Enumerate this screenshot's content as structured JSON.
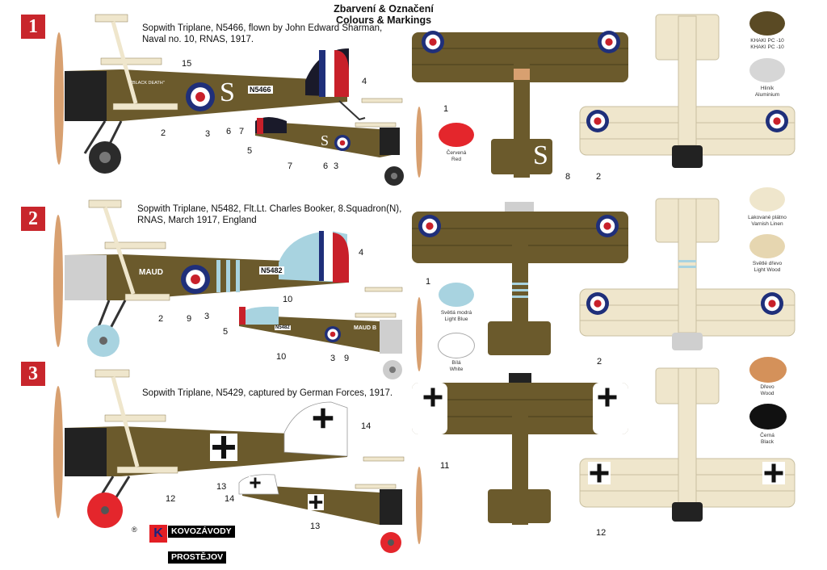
{
  "header": {
    "title_cz": "Zbarvení & Označení",
    "title_en": "Colours & Markings"
  },
  "schemes": [
    {
      "badge": "1",
      "caption_line1": "Sopwith Triplane, N5466, flown by John Edward Sharman,",
      "caption_line2": "Naval no. 10, RNAS, 1917.",
      "serial": "N5466",
      "code_letter": "S",
      "nose_art": "\"BLACK DEATH\""
    },
    {
      "badge": "2",
      "caption_line1": "Sopwith Triplane, N5482, Flt.Lt. Charles Booker, 8.Squadron(N),",
      "caption_line2": "RNAS, March 1917, England",
      "serial": "N5482",
      "name_art": "MAUD",
      "name_art_small": "MAUD B"
    },
    {
      "badge": "3",
      "caption_line1": "Sopwith Triplane, N5429, captured by German Forces, 1917."
    }
  ],
  "callouts": {
    "s1": [
      "15",
      "4",
      "2",
      "3",
      "6",
      "7",
      "5",
      "7",
      "6",
      "3",
      "1",
      "8",
      "2"
    ],
    "s2": [
      "4",
      "1",
      "10",
      "2",
      "9",
      "3",
      "5",
      "10",
      "3",
      "9",
      "2"
    ],
    "s3": [
      "14",
      "12",
      "13",
      "14",
      "13",
      "11",
      "12"
    ]
  },
  "swatches": [
    {
      "label1": "KHAKI PC -10",
      "label2": "KHAKI PC -10",
      "color": "#5a4a24"
    },
    {
      "label1": "Hliník",
      "label2": "Aluminium",
      "color": "#d6d6d6"
    },
    {
      "label1": "Červená",
      "label2": "Red",
      "color": "#e4262c"
    },
    {
      "label1": "Lakované plátno",
      "label2": "Varnish Linen",
      "color": "#efe6cc"
    },
    {
      "label1": "Světlé dřevo",
      "label2": "Light Wood",
      "color": "#e6d6b0"
    },
    {
      "label1": "Světlá modrá",
      "label2": "Light Blue",
      "color": "#a8d3e0"
    },
    {
      "label1": "Bílá",
      "label2": "White",
      "color": "#ffffff"
    },
    {
      "label1": "Dřevo",
      "label2": "Wood",
      "color": "#d4915a"
    },
    {
      "label1": "Černá",
      "label2": "Black",
      "color": "#111111"
    }
  ],
  "logo": {
    "letter": "K",
    "line1": "KOVOZÁVODY",
    "line2": "PROSTĚJOV",
    "reg": "®"
  },
  "colors": {
    "khaki": "#6b5a2c",
    "linen": "#efe6cc",
    "roundel_blue": "#1f2f7a",
    "roundel_red": "#c8202a",
    "badge_red": "#c8262c",
    "propeller": "#d8a070"
  }
}
